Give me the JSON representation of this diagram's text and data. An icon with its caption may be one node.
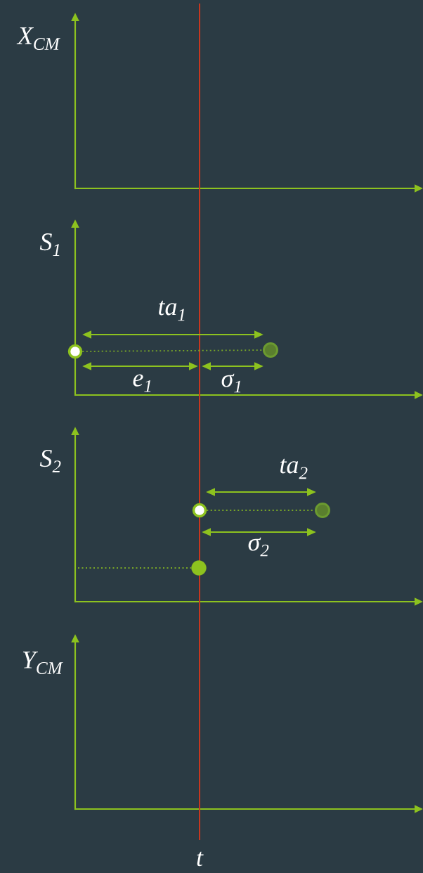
{
  "diagram": {
    "nodes": [
      {
        "text": [],
        "shape": "circle"
      },
      {
        "text": [],
        "shape": "circle"
      },
      {
        "text": [],
        "shape": "circle"
      },
      {
        "text": [],
        "shape": "circle"
      },
      {
        "text": [],
        "shape": "circle"
      }
    ],
    "edges": [
      {
        "from": 0,
        "to": 1,
        "arrow": "none",
        "style": "dashed"
      },
      {
        "from": 2,
        "to": 3,
        "arrow": "none",
        "style": "dashed"
      },
      {
        "from": null,
        "to": 4,
        "arrow": "none",
        "style": "dashed"
      }
    ],
    "labels": [
      "X$_{CM}$",
      "S$_{1}$",
      "ta$_{1}$",
      "e$_{1}$",
      "σ$_{1}$",
      "S$_{2}$",
      "ta$_{2}$",
      "σ$_{2}$",
      "Y$_{CM}$",
      "t"
    ]
  }
}
